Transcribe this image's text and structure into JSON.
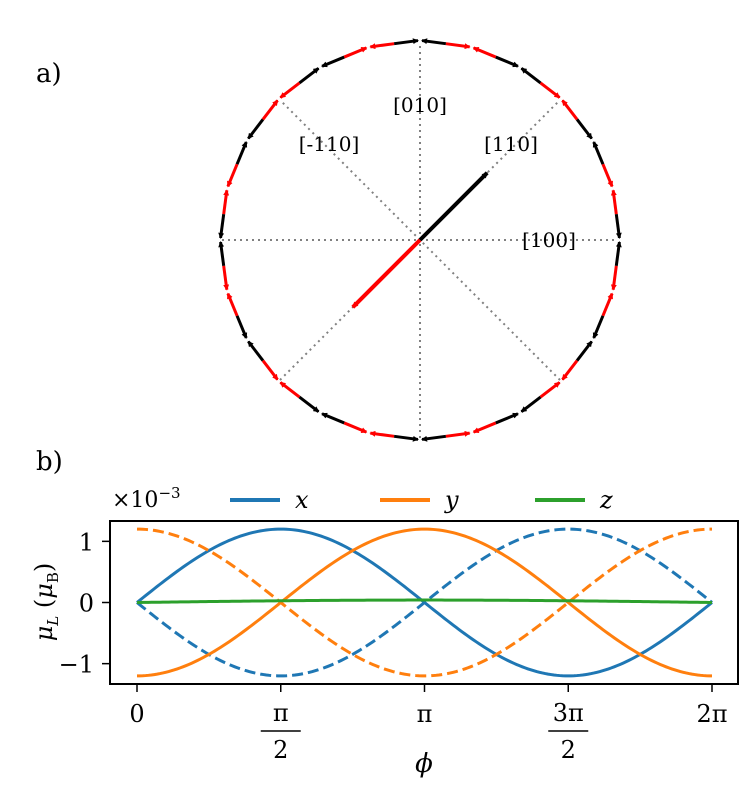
{
  "panel_a": {
    "label": "a)",
    "direction_labels": [
      "[010]",
      "[-110]",
      "[110]",
      "[100]"
    ]
  },
  "panel_b": {
    "label": "b)",
    "exponent_prefix": "×10",
    "exponent": "−3"
  },
  "colors": {
    "red": "#ff0000",
    "black": "#000000",
    "blue": "#1f77b4",
    "orange": "#ff7f0e",
    "green": "#2ca02c",
    "guide": "#808080"
  },
  "chart_data": [
    {
      "type": "vector-diagram",
      "panel": "a",
      "ring_arrow_count": 24,
      "ring_arrow_pairs": "each ring position holds a red and a black arrow pointing in opposite tangential directions",
      "central_arrows": [
        {
          "color": "black",
          "direction_deg": 45
        },
        {
          "color": "red",
          "direction_deg": 225
        }
      ],
      "guide_lines_deg": [
        0,
        45,
        90,
        135
      ]
    },
    {
      "type": "line",
      "panel": "b",
      "xlabel": "ϕ",
      "ylabel": "μ_L (μ_B)",
      "xlim": [
        0,
        6.2832
      ],
      "ylim": [
        -1.3,
        1.3
      ],
      "xticks": [
        0,
        1.5708,
        3.1416,
        4.7124,
        6.2832
      ],
      "xtick_labels": [
        "0",
        "π/2",
        "π",
        "3π/2",
        "2π"
      ],
      "yticks": [
        -1,
        0,
        1
      ],
      "ytick_labels": [
        "−1",
        "0",
        "1"
      ],
      "legend_position": "top",
      "series": [
        {
          "name": "x",
          "color": "#1f77b4",
          "style": "solid",
          "formula": "1.2·sin(ϕ)"
        },
        {
          "name": "x",
          "color": "#1f77b4",
          "style": "dashed",
          "formula": "−1.2·sin(ϕ)"
        },
        {
          "name": "y",
          "color": "#ff7f0e",
          "style": "solid",
          "formula": "−1.2·cos(ϕ)"
        },
        {
          "name": "y",
          "color": "#ff7f0e",
          "style": "dashed",
          "formula": "1.2·cos(ϕ)"
        },
        {
          "name": "z",
          "color": "#2ca02c",
          "style": "solid",
          "formula": "0.04·sin(ϕ/2)"
        }
      ]
    }
  ]
}
